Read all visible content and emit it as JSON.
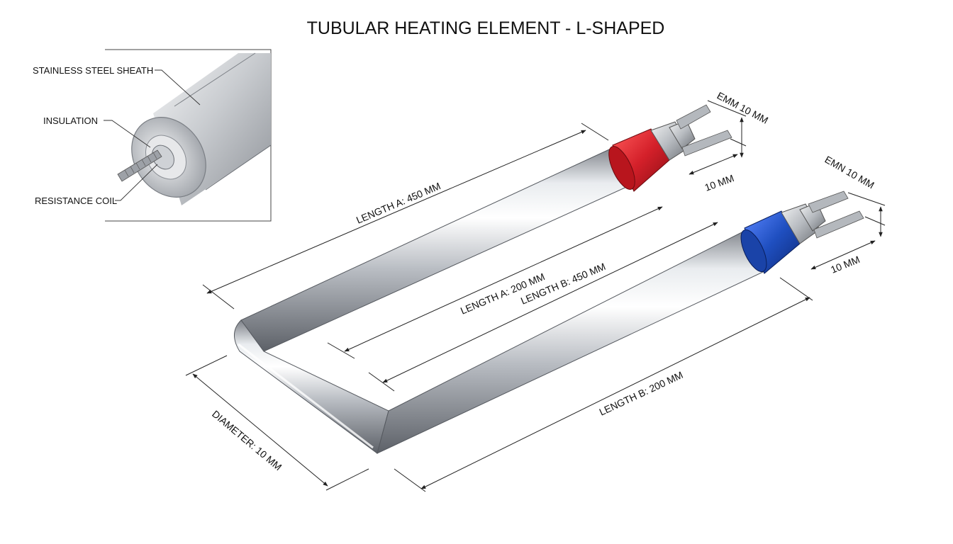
{
  "title": "TUBULAR HEATING ELEMENT - L-SHAPED",
  "inset": {
    "labels": {
      "sheath": "STAINLESS STEEL SHEATH",
      "insulation": "INSULATION",
      "coil": "RESISTANCE COIL"
    }
  },
  "dimensions": {
    "length_a_outer": "LENGTH A: 450 MM",
    "length_a_inner": "LENGTH A: 200 MM",
    "length_b_inner": "LENGTH B: 450 MM",
    "length_b_outer": "LENGTH B: 200 MM",
    "diameter": "DIAMETER: 10 MM",
    "terminal_top_height": "EMM 10 MM",
    "terminal_top_width": "10 MM",
    "terminal_bottom_height": "EMN 10 MM",
    "terminal_bottom_width": "10 MM"
  },
  "colors": {
    "top_terminal_fitting": "#d4202a",
    "bottom_terminal_fitting": "#1f4fc0",
    "sheath": "#c8ccd1"
  }
}
